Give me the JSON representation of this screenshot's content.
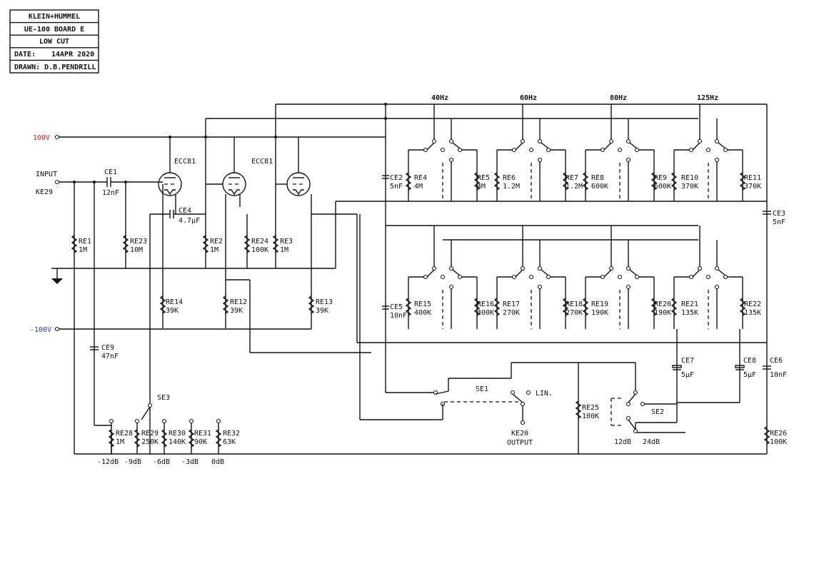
{
  "title_block": {
    "company": "KLEIN+HUMMEL",
    "board": "UE-100 BOARD E",
    "section": "LOW CUT",
    "date_label": "DATE:",
    "date": "14APR 2020",
    "drawn": "DRAWN: D.B.PENDRILL"
  },
  "rails": {
    "pos": "100V",
    "neg": "-100V",
    "pos_color": "#b22222",
    "neg_color": "#2a3a8c"
  },
  "io": {
    "input": "INPUT",
    "input_conn": "KE29",
    "output_conn": "KE20",
    "output": "OUTPUT",
    "lin": "LIN."
  },
  "tubes": {
    "t1": "ECC81",
    "t2": "ECC81"
  },
  "freq": {
    "f1": "40Hz",
    "f2": "60Hz",
    "f3": "80Hz",
    "f4": "125Hz"
  },
  "caps": {
    "ce1_n": "CE1",
    "ce1_v": "12nF",
    "ce2_n": "CE2",
    "ce2_v": "5nF",
    "ce3_n": "CE3",
    "ce3_v": "5nF",
    "ce4_n": "CE4",
    "ce4_v": "4.7μF",
    "ce5_n": "CE5",
    "ce5_v": "10nF",
    "ce6_n": "CE6",
    "ce6_v": "10nF",
    "ce7_n": "CE7",
    "ce7_v": "5μF",
    "ce8_n": "CE8",
    "ce8_v": "5μF",
    "ce9_n": "CE9",
    "ce9_v": "47nF"
  },
  "res": {
    "re1_n": "RE1",
    "re1_v": "1M",
    "re2_n": "RE2",
    "re2_v": "1M",
    "re3_n": "RE3",
    "re3_v": "1M",
    "re4_n": "RE4",
    "re4_v": "4M",
    "re5_n": "RE5",
    "re5_v": "4M",
    "re6_n": "RE6",
    "re6_v": "1.2M",
    "re7_n": "RE7",
    "re7_v": "1.2M",
    "re8_n": "RE8",
    "re8_v": "600K",
    "re9_n": "RE9",
    "re9_v": "600K",
    "re10_n": "RE10",
    "re10_v": "370K",
    "re11_n": "RE11",
    "re11_v": "370K",
    "re12_n": "RE12",
    "re12_v": "39K",
    "re13_n": "RE13",
    "re13_v": "39K",
    "re14_n": "RE14",
    "re14_v": "39K",
    "re15_n": "RE15",
    "re15_v": "400K",
    "re16_n": "RE16",
    "re16_v": "400K",
    "re17_n": "RE17",
    "re17_v": "270K",
    "re18_n": "RE18",
    "re18_v": "270K",
    "re19_n": "RE19",
    "re19_v": "190K",
    "re20_n": "RE20",
    "re20_v": "190K",
    "re21_n": "RE21",
    "re21_v": "135K",
    "re22_n": "RE22",
    "re22_v": "135K",
    "re23_n": "RE23",
    "re23_v": "10M",
    "re24_n": "RE24",
    "re24_v": "100K",
    "re25_n": "RE25",
    "re25_v": "100K",
    "re26_n": "RE26",
    "re26_v": "100K",
    "re28_n": "RE28",
    "re28_v": "1M",
    "re29_n": "RE29",
    "re29_v": "250K",
    "re30_n": "RE30",
    "re30_v": "140K",
    "re31_n": "RE31",
    "re31_v": "90K",
    "re32_n": "RE32",
    "re32_v": "63K"
  },
  "switches": {
    "se1": "SE1",
    "se2": "SE2",
    "se3": "SE3",
    "se2_a": "12dB",
    "se2_b": "24dB"
  },
  "se3_levels": {
    "l1": "-12dB",
    "l2": "-9dB",
    "l3": "-6dB",
    "l4": "-3dB",
    "l5": "0dB"
  }
}
